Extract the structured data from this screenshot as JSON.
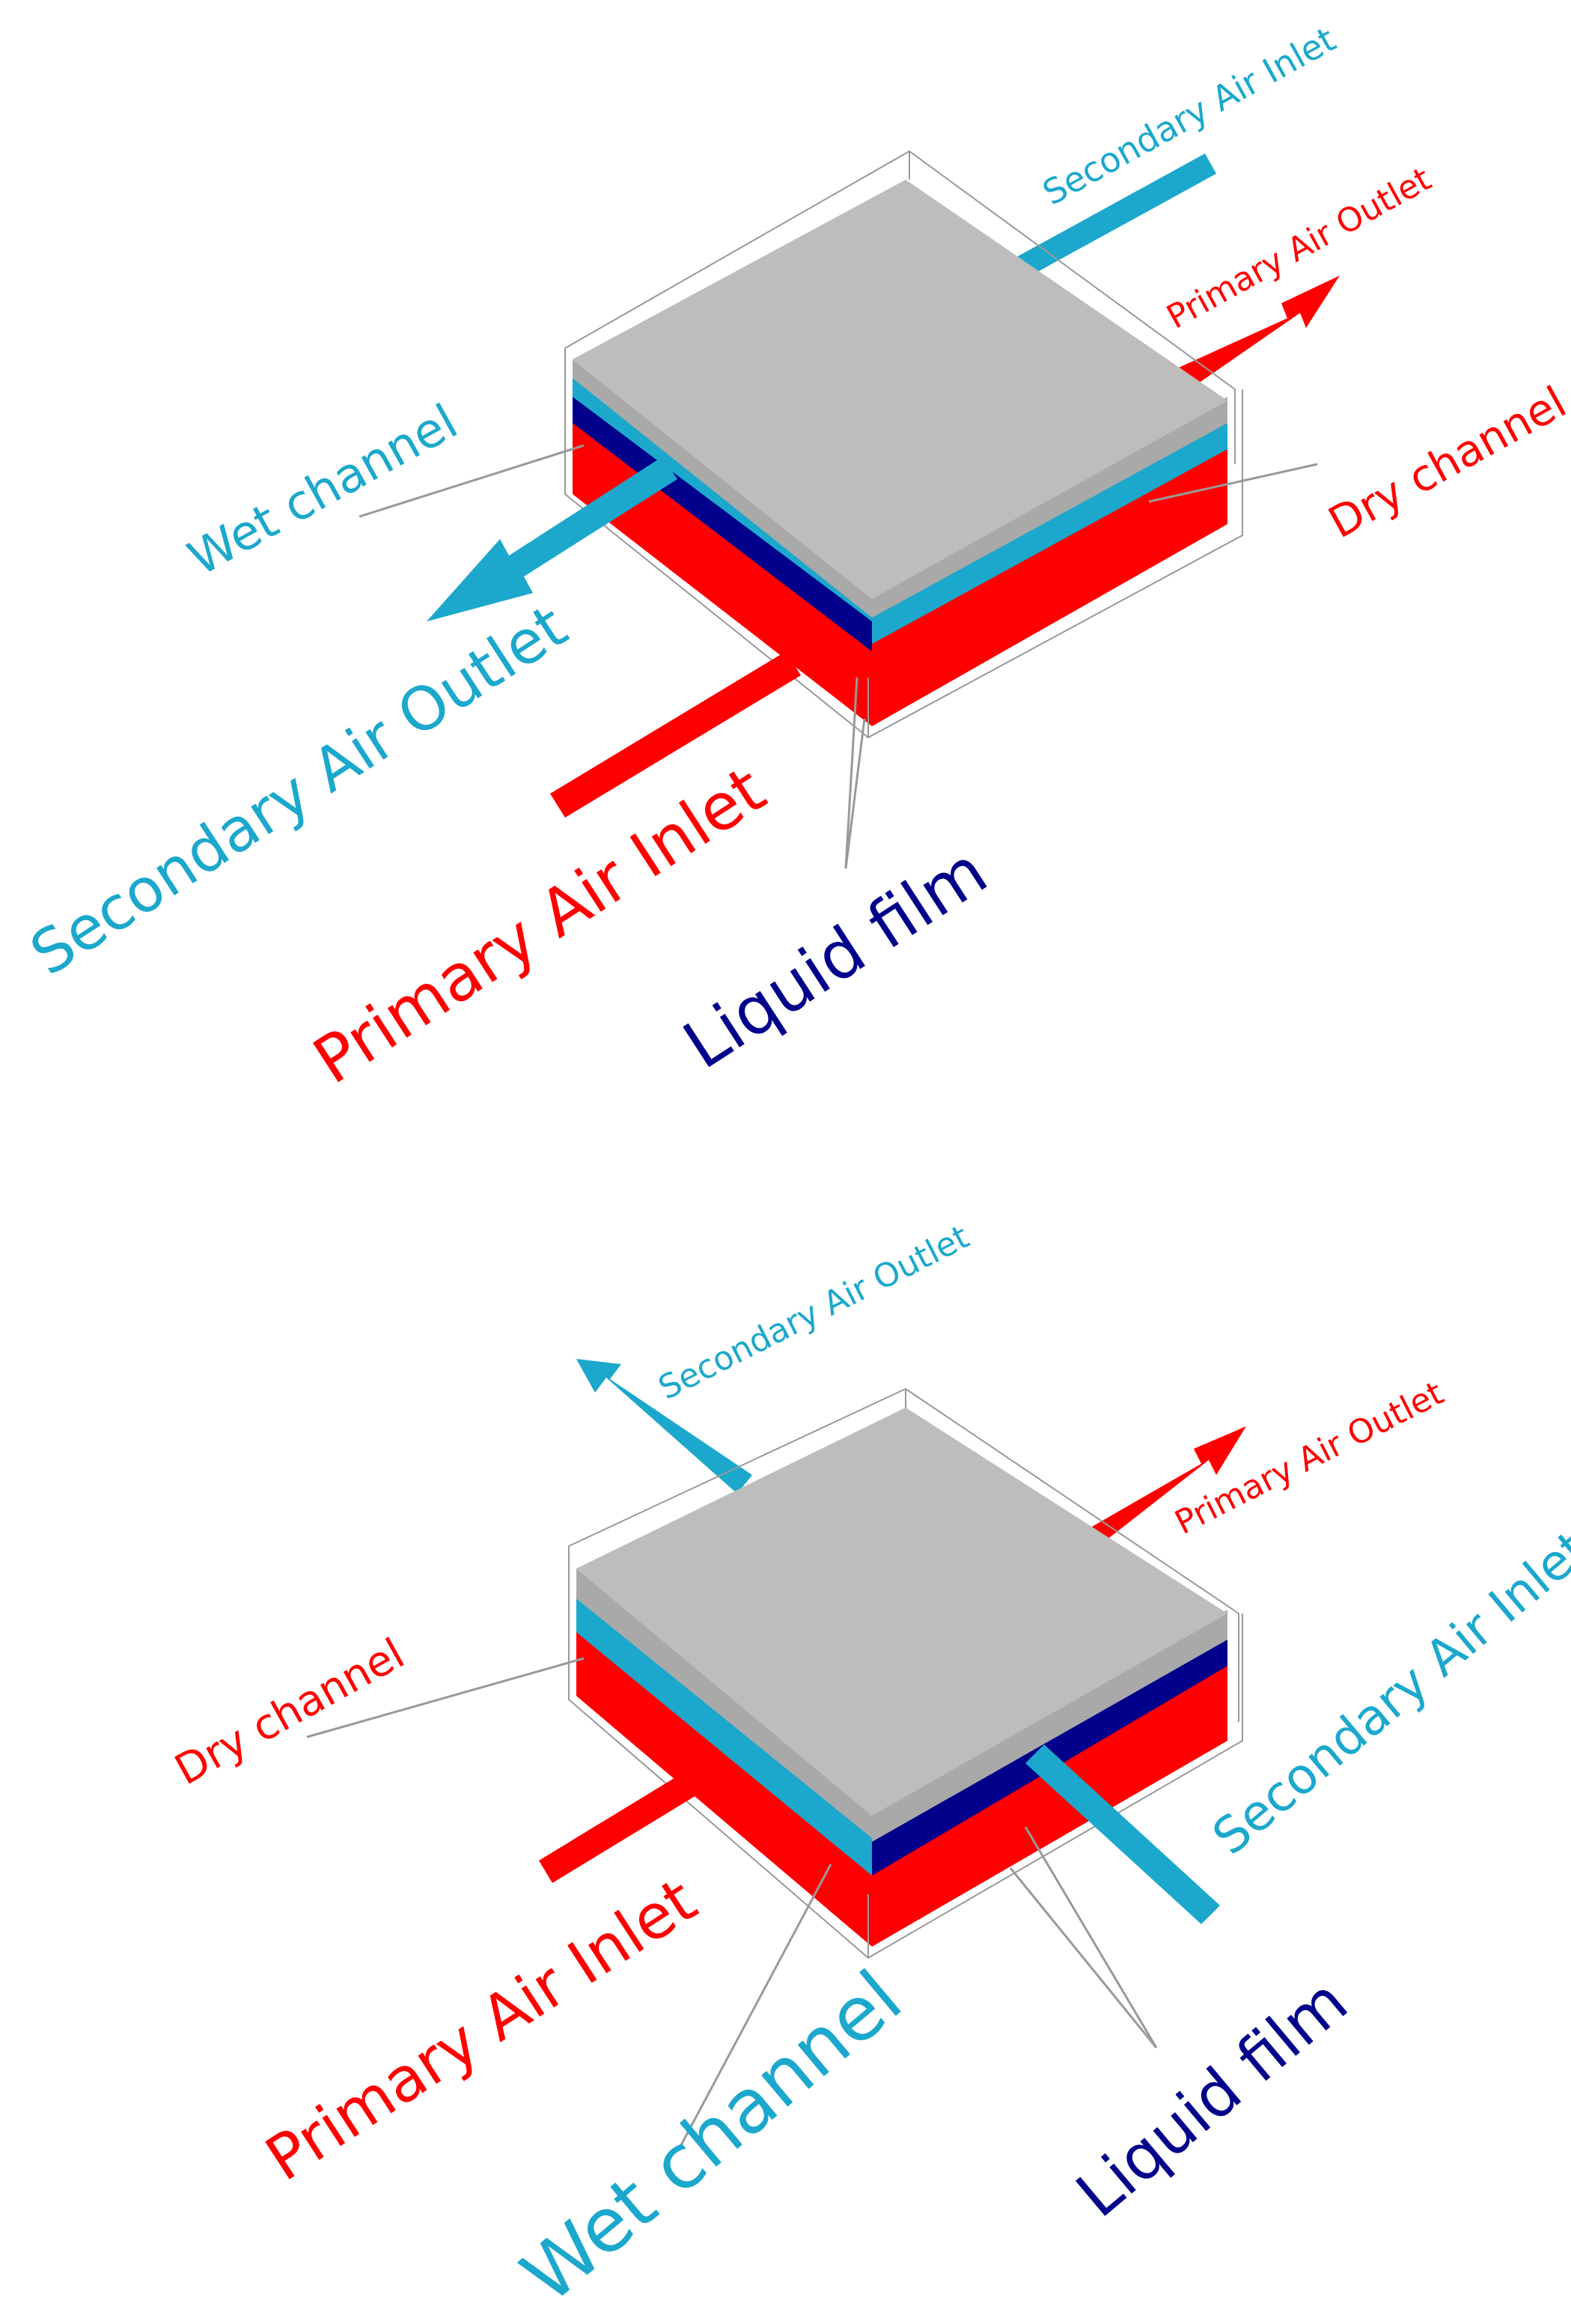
{
  "colors": {
    "secondary_air": "#1ba8cc",
    "primary_air": "#ff0000",
    "liquid_film": "#00008b",
    "plate_top": "#bdbdbd",
    "plate_edge": "#a9a9a9",
    "leader": "#999999"
  },
  "diagram_top": {
    "secondary_air_inlet": "Secondary Air Inlet",
    "primary_air_outlet": "Primary Air Outlet",
    "dry_channel": "Dry channel",
    "wet_channel": "Wet channel",
    "secondary_air_outlet": "Secondary Air Outlet",
    "primary_air_inlet": "Primary Air Inlet",
    "liquid_film": "Liquid film"
  },
  "diagram_bottom": {
    "secondary_air_outlet": "Secondary Air Outlet",
    "primary_air_outlet": "Primary Air Outlet",
    "dry_channel": "Dry channel",
    "secondary_air_inlet": "Secondary Air Inlet",
    "primary_air_inlet": "Primary Air Inlet",
    "wet_channel": "Wet channel",
    "liquid_film": "Liquid film"
  }
}
